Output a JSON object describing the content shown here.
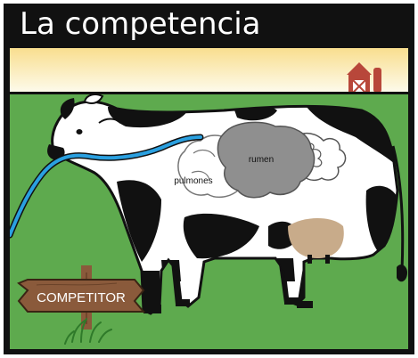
{
  "title": "La competencia",
  "labels": {
    "rumen": "rumen",
    "lungs": "pulmones",
    "sign": "COMPETITOR"
  },
  "colors": {
    "sky_top": "#f9de8f",
    "sky_bottom": "#fdfbec",
    "grass": "#5eaa4e",
    "tube": "#2aa0e0",
    "rumen": "#8f8f8f",
    "udder": "#c8ab8a",
    "sign_wood": "#8a5a3b",
    "barn": "#b8473a"
  }
}
